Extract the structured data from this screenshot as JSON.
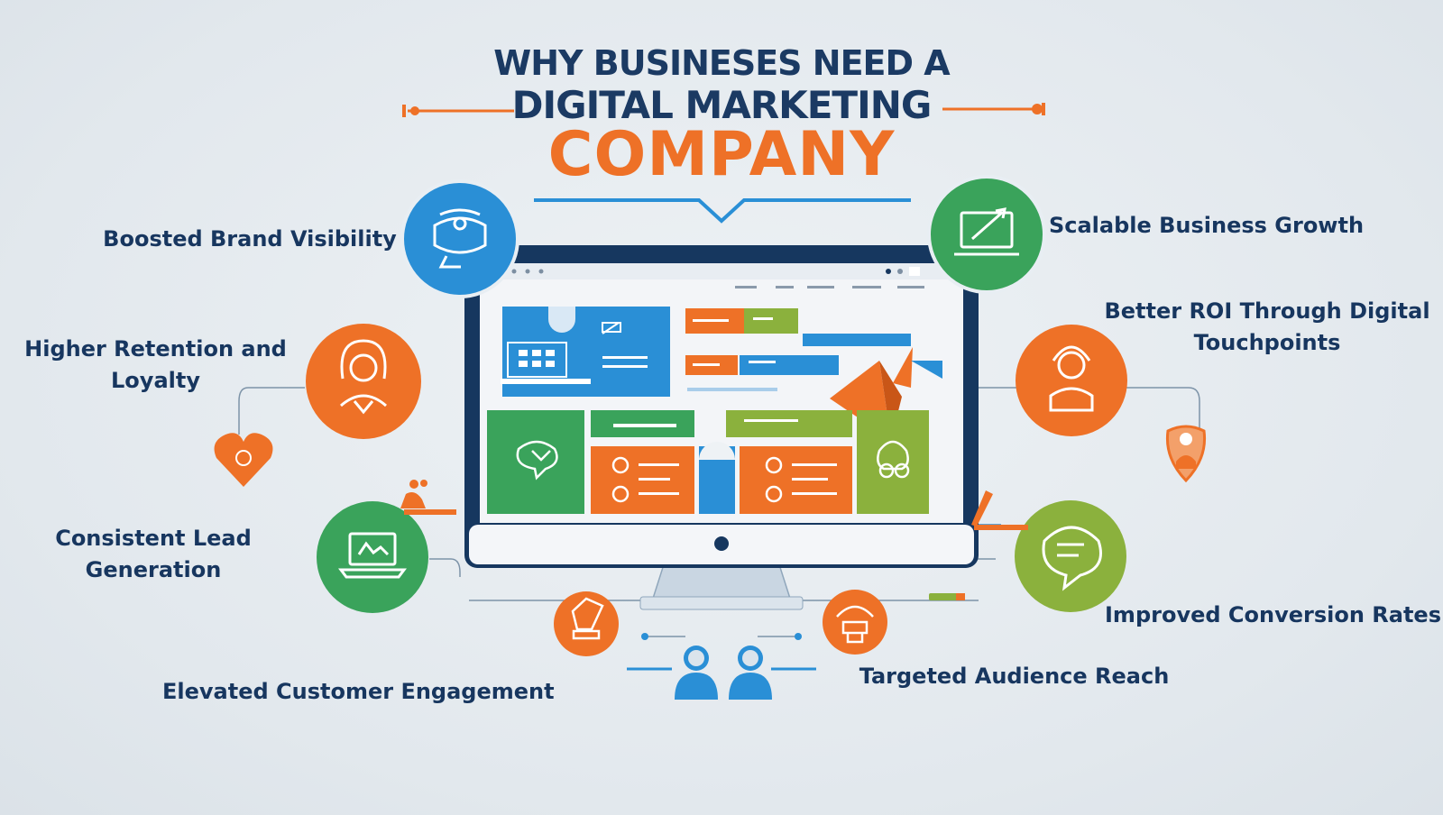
{
  "title": {
    "line1": "WHY BUSINESES NEED A",
    "line2": "DIGITAL MARKETING",
    "line3": "COMPANY"
  },
  "benefits": {
    "brand_visibility": "Boosted Brand Visibility",
    "retention_line1": "Higher Retention and",
    "retention_line2": "Loyalty",
    "lead_line1": "Consistent Lead",
    "lead_line2": "Generation",
    "engagement": "Elevated Customer Engagement",
    "growth": "Scalable Business Growth",
    "roi_line1": "Better ROI Through Digital",
    "roi_line2": "Touchpoints",
    "conversion": "Improved Conversion Rates",
    "audience": "Targeted Audience Reach"
  },
  "colors": {
    "navy": "#17365f",
    "orange": "#ee7127",
    "blue": "#2a8fd6",
    "green": "#3aa35b",
    "lime": "#8bb13d"
  },
  "icons": [
    "megaphone-icon",
    "woman-heart-icon",
    "laptop-icon",
    "team-icon",
    "growth-laptop-icon",
    "advisor-icon",
    "chat-bubble-icon",
    "target-icon"
  ]
}
